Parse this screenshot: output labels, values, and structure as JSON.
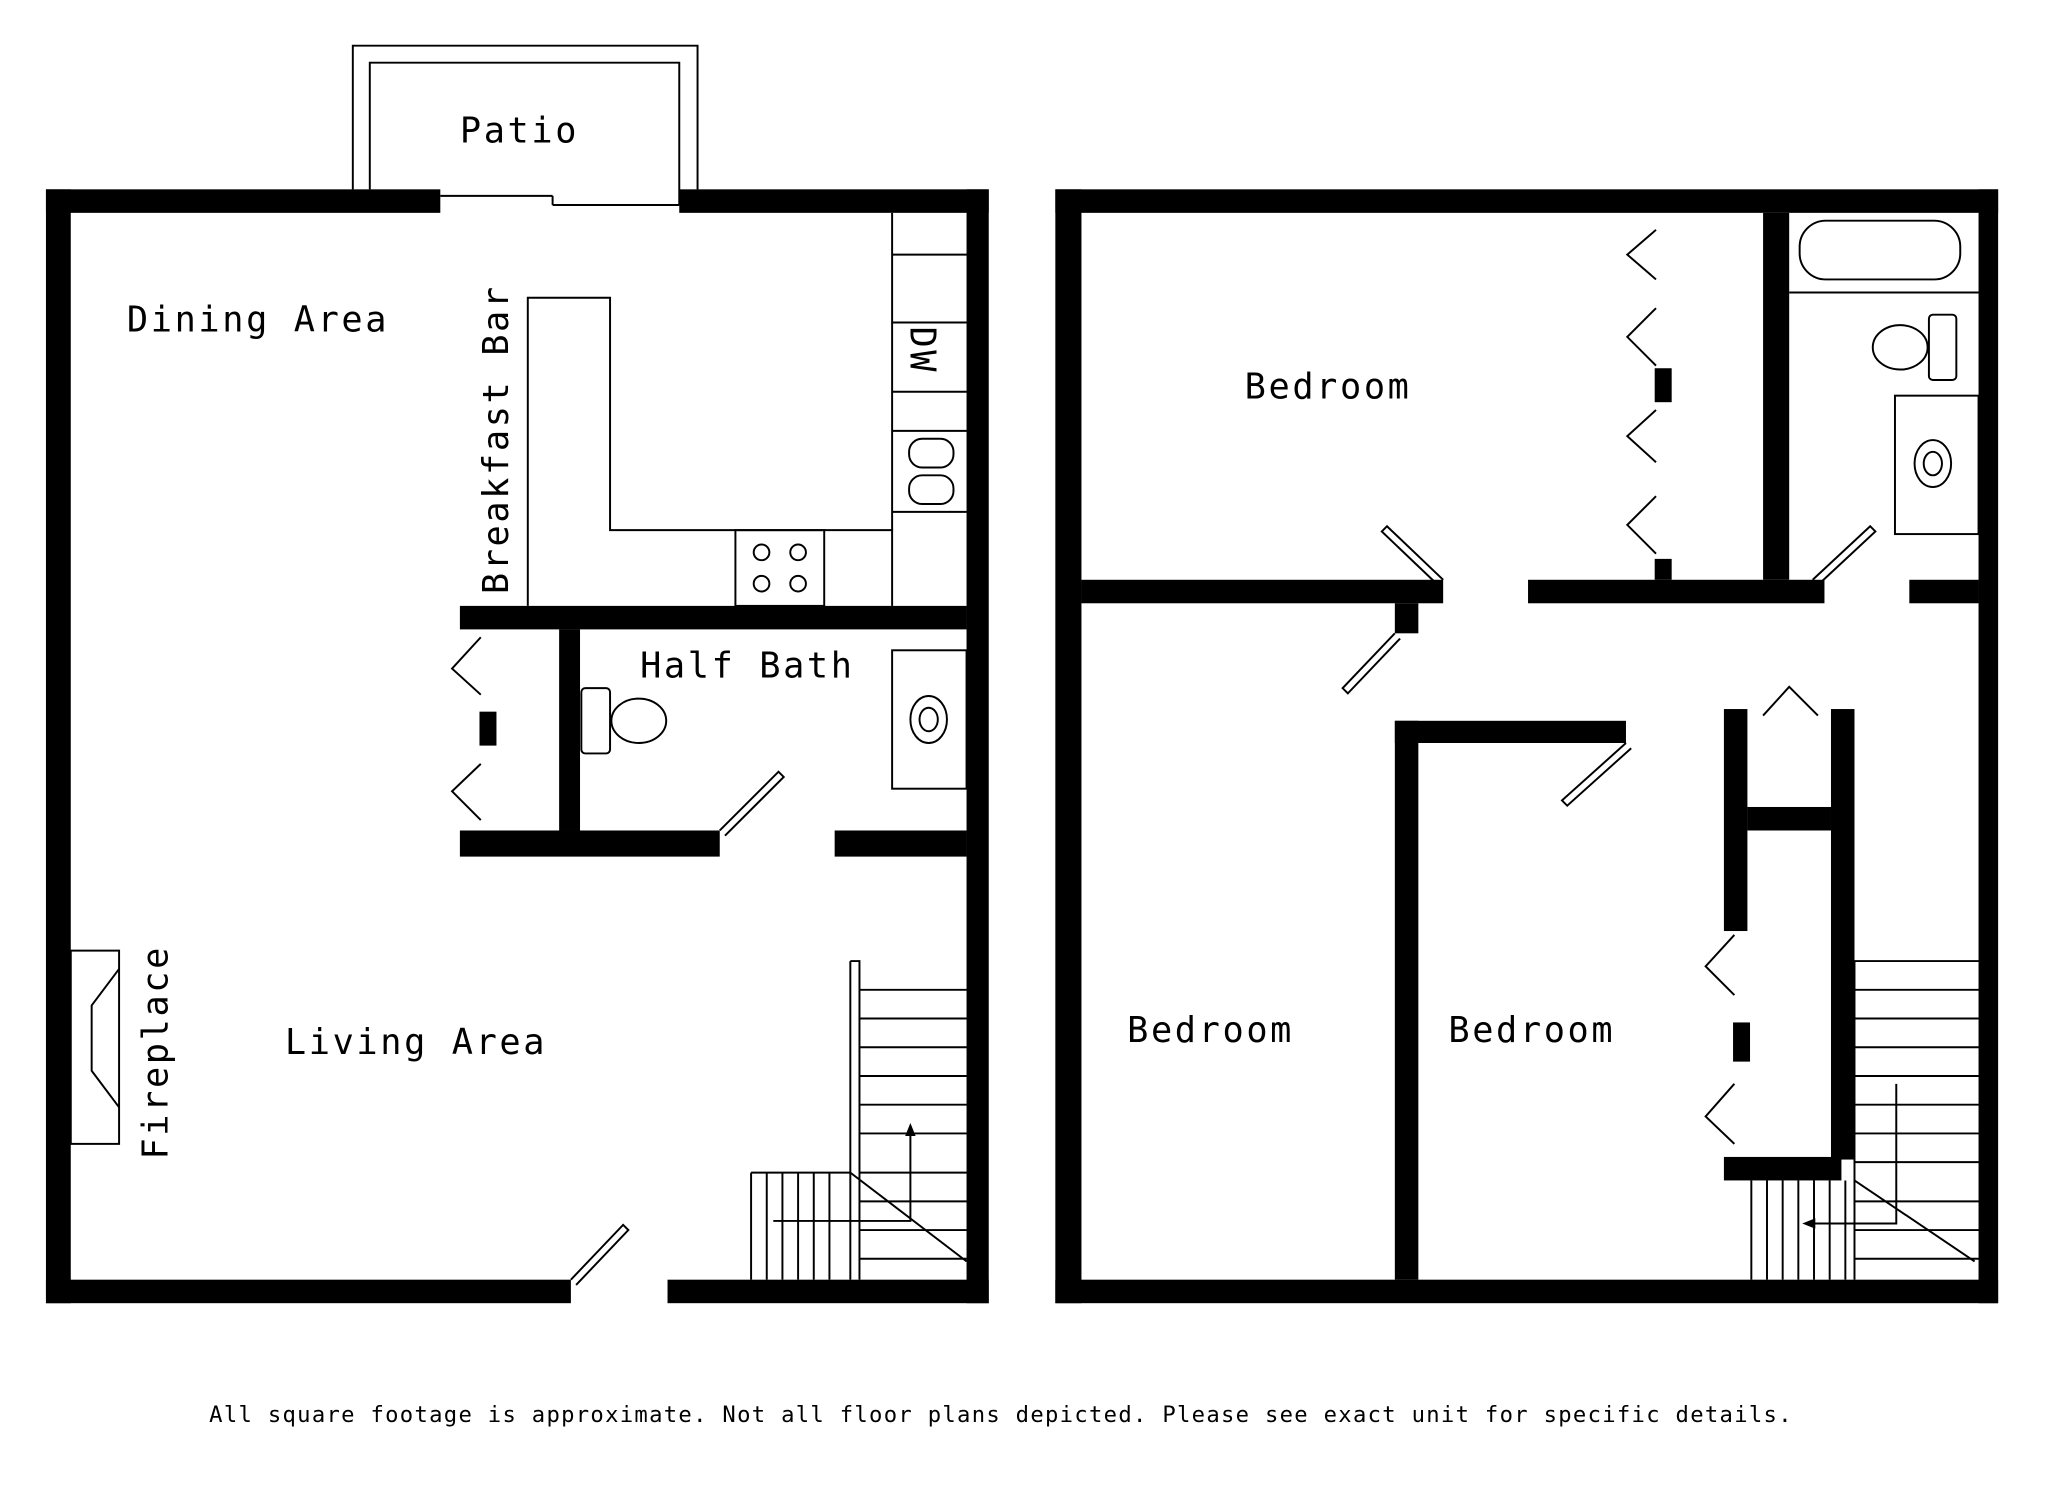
{
  "first_floor": {
    "patio": "Patio",
    "dining": "Dining Area",
    "breakfast_bar": "Breakfast Bar",
    "dishwasher": "DW",
    "half_bath": "Half Bath",
    "living": "Living Area",
    "fireplace": "Fireplace"
  },
  "second_floor": {
    "bedroom_top": "Bedroom",
    "bedroom_left": "Bedroom",
    "bedroom_right": "Bedroom"
  },
  "footer_note": "All square footage is approximate. Not all floor plans depicted. Please see exact unit for specific details."
}
